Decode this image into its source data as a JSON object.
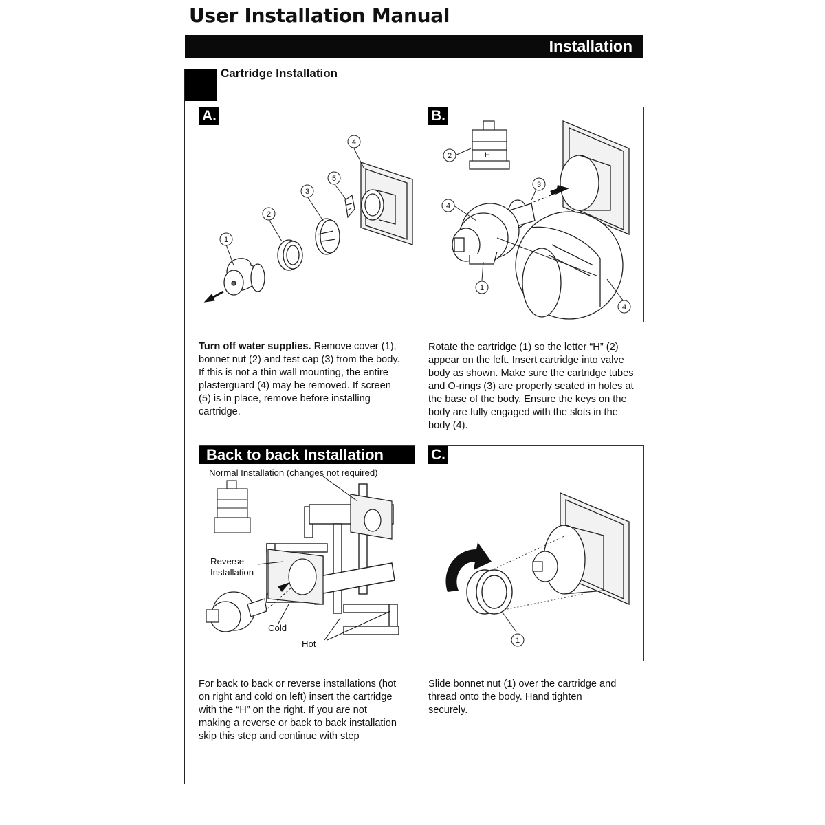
{
  "manual": {
    "title": "User Installation Manual"
  },
  "section": {
    "label": "Installation"
  },
  "step": {
    "title": "Cartridge Installation"
  },
  "panels": {
    "a": {
      "letter": "A.",
      "caption_lead": "Turn off water supplies.",
      "caption_body": " Remove cover (1), bonnet nut (2) and test cap (3) from the body. If this is not a thin wall mounting, the entire plasterguard (4) may be removed. If screen (5) is in place, remove before installing cartridge.",
      "callouts": [
        "1",
        "2",
        "3",
        "4",
        "5"
      ]
    },
    "b": {
      "letter": "B.",
      "caption": "Rotate the cartridge (1) so the letter “H” (2) appear on the left. Insert cartridge into valve body as shown. Make sure the cartridge tubes and O-rings (3) are properly seated in holes at the base of the body. Ensure the keys on the body are fully engaged with the slots in the body (4).",
      "callouts": [
        "2",
        "3",
        "4",
        "1",
        "4"
      ]
    },
    "back_to_back": {
      "header": "Back to back Installation",
      "normal_label": "Normal Installation (changes not required)",
      "reverse_label": "Reverse Installation",
      "cold_label": "Cold",
      "hot_label": "Hot",
      "caption": "For back to back or reverse installations (hot on right and cold on left) insert the cartridge with the “H” on the right. If you are not making a reverse or back to back installation skip this step and continue with step"
    },
    "c": {
      "letter": "C.",
      "caption": "Slide bonnet nut (1) over the cartridge and thread onto the body. Hand tighten securely.",
      "callouts": [
        "1"
      ]
    }
  }
}
